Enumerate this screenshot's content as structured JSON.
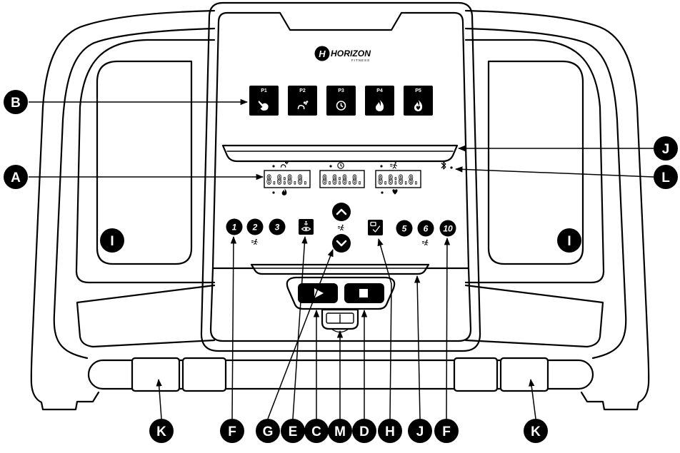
{
  "brand": {
    "logo_mark": "H",
    "name": "HORIZON",
    "tagline": "FITNESS"
  },
  "programs": [
    {
      "label": "P1",
      "icon": "hand-icon"
    },
    {
      "label": "P2",
      "icon": "hill-icon"
    },
    {
      "label": "P3",
      "icon": "clock-icon"
    },
    {
      "label": "P4",
      "icon": "flame-icon"
    },
    {
      "label": "P5",
      "icon": "heart-flame-icon"
    }
  ],
  "displays": [
    {
      "value": "8.8:8.8.",
      "top_icon": "hill-icon",
      "bottom_icon": "flame-icon"
    },
    {
      "value": "8.8:8.8.",
      "top_icon": "clock-icon"
    },
    {
      "value": "8.8:8.8.",
      "top_icon": "speed-icon",
      "bottom_icon": "heart-icon"
    }
  ],
  "speed_presets": {
    "left": [
      "1",
      "2",
      "3"
    ],
    "right": [
      "5",
      "6",
      "10"
    ],
    "icon": "speed-icon"
  },
  "controls": {
    "mode_icon": "mode-icon",
    "confirm_icon": "confirm-icon",
    "up_icon": "chevron-up-icon",
    "down_icon": "chevron-down-icon",
    "start_icon": "play-icon",
    "stop_icon": "stop-icon",
    "wireless_icon": "bluetooth-icon",
    "safety_icon": "safety-key-icon"
  },
  "callouts": {
    "a": "A",
    "b": "B",
    "c": "C",
    "d": "D",
    "e": "E",
    "f_left": "F",
    "f_right": "F",
    "g": "G",
    "h": "H",
    "i_left": "I",
    "i_right": "I",
    "j_top": "J",
    "j_bottom": "J",
    "k_left": "K",
    "k_right": "K",
    "l": "L",
    "m": "M"
  },
  "colors": {
    "ink": "#000000",
    "paper": "#ffffff"
  }
}
